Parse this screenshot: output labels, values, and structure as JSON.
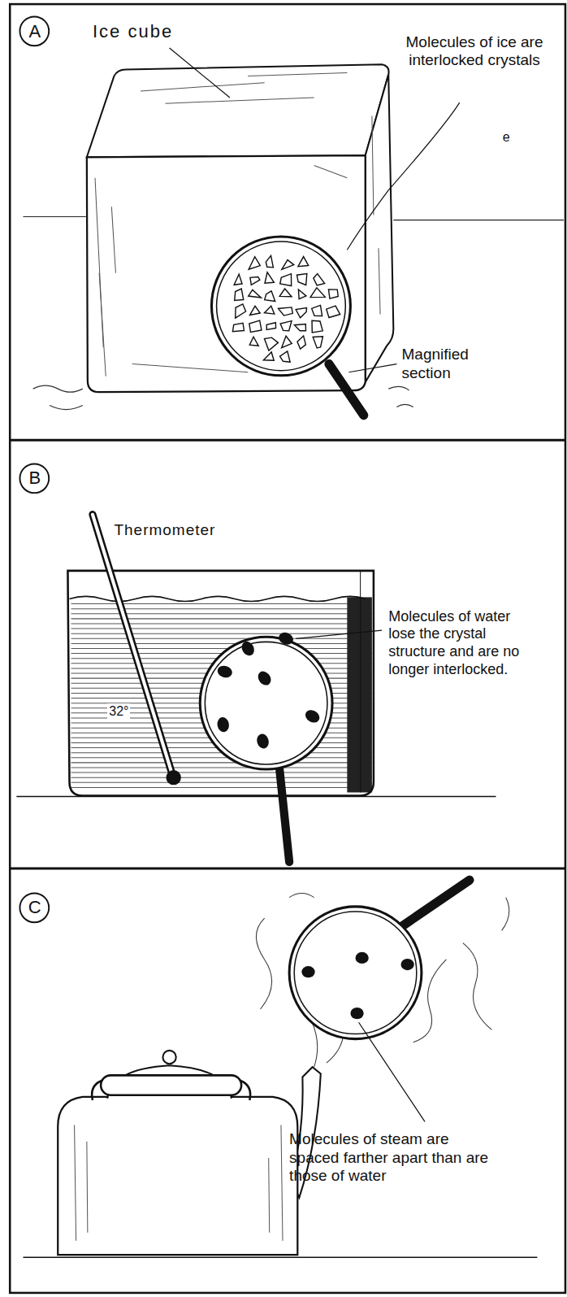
{
  "diagram": {
    "nodes": [
      {
        "text": [
          "A"
        ]
      },
      {
        "text": [
          "B"
        ]
      },
      {
        "text": [
          "C"
        ]
      }
    ],
    "labels": [
      "Ice cube",
      "Molecules of ice are interlocked crystals",
      "e",
      "Magnified section",
      "Thermometer",
      "32°",
      "Molecules of water lose the crystal structure and are no longer interlocked.",
      "Molecules of steam are spaced farther apart than are those of water"
    ]
  }
}
